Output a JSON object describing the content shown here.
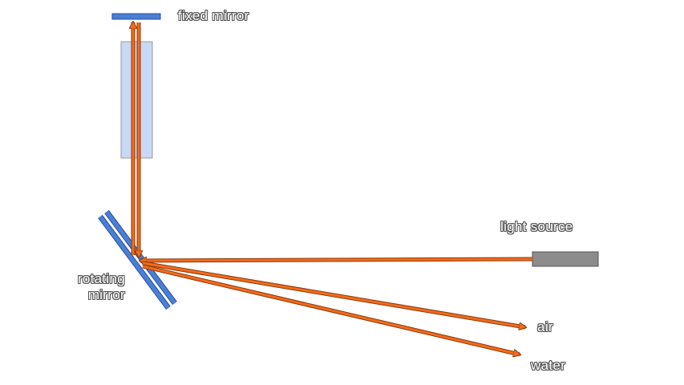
{
  "labels": {
    "fixed_mirror": "fixed mirror",
    "light_source": "light source",
    "rotating_mirror_line1": "rotating",
    "rotating_mirror_line2": "mirror",
    "air": "air",
    "water": "water"
  },
  "colors": {
    "beam": "#f26b1d",
    "beam_outline": "#8a3a0a",
    "mirror": "#4a7fd6",
    "mirror_outline": "#2a4f9a",
    "tube_fill": "#c7d9f5",
    "tube_outline": "#9a9a9a",
    "source_fill": "#8c8c8c",
    "source_outline": "#555555",
    "label_outline": "#555555"
  }
}
